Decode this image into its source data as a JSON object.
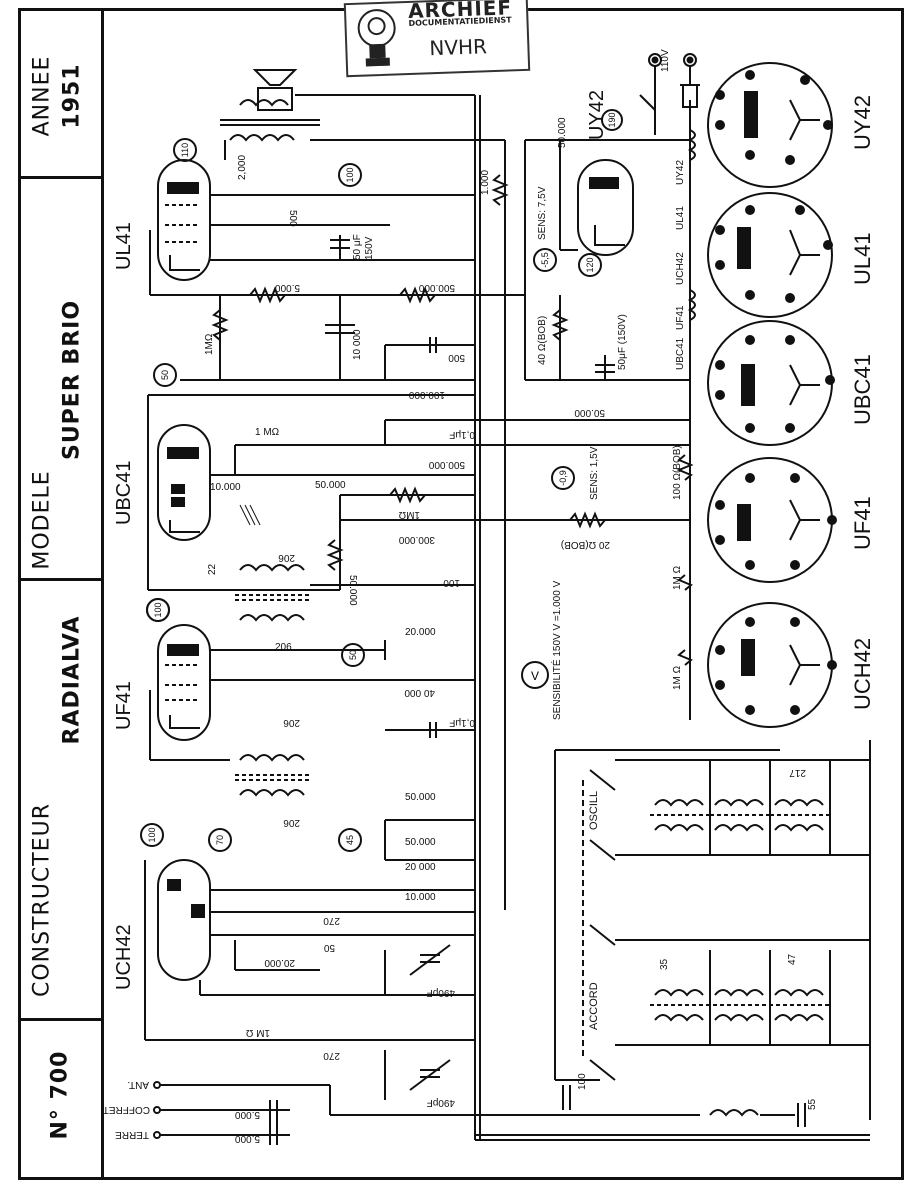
{
  "sidebar": {
    "year_label": "ANNEE",
    "year_value": "1951",
    "model_label": "MODELE",
    "model_value": "SUPER BRIO",
    "maker_value": "RADIALVA",
    "constructor_label": "CONSTRUCTEUR",
    "number_value": "N° 700"
  },
  "stamp": {
    "title": "ARCHIEF",
    "subtitle": "DOCUMENTATIEDIENST",
    "org": "NVHR"
  },
  "tubes": {
    "ul41": "UL41",
    "ubc41": "UBC41",
    "uf41": "UF41",
    "uch42": "UCH42",
    "uy42": "UY42"
  },
  "sockets": [
    "UY42",
    "UL41",
    "UBC41",
    "UF41",
    "UCH42"
  ],
  "voltages": {
    "v110": "110",
    "v190": "190",
    "v50a": "50",
    "v100a": "100",
    "v50b": "50",
    "v45": "45",
    "v100b": "100",
    "v70": "70",
    "v100c": "100",
    "v120": "120",
    "vm55": "-5,5",
    "vm09": "-0,9"
  },
  "components": {
    "c2000": "2,000",
    "c500a": "500",
    "c50uf": "50 μF",
    "c150v": "150V",
    "r1000": "1.000",
    "r5000": "5.000",
    "r500000a": "500.000",
    "r1mohm_a": "1MΩ",
    "c10000a": "10 000",
    "c500b": "500",
    "r100000a": "100.000",
    "c50000a": "50.000",
    "c01uf_a": "0,1μF",
    "r1mohm_b": "1 MΩ",
    "r500000b": "500.000",
    "c10000b": "10.000",
    "c50000b": "50.000",
    "r1mohm_c": "1MΩ",
    "r300000": "300.000",
    "r20ohm": "20 Ω(BOB)",
    "r50000": "50.000",
    "c22": "22",
    "c206a": "206",
    "c100a": "100",
    "c206b": "206",
    "c20000a": "20.000",
    "r40000": "40 000",
    "c206c": "206",
    "c01uf_b": "0,1μF",
    "c206d": "206",
    "r50000b": "50.000",
    "r50000c": "50.000",
    "r20000b": "20 000",
    "r10000": "10.000",
    "c270a": "270",
    "c50": "50",
    "r20000c": "20.000",
    "c490a": "490pF",
    "r1mohm_d": "1M Ω",
    "c270b": "270",
    "c490b": "490pF",
    "c5000a": "5.000",
    "c5000b": "5.000",
    "c50000c": "50.000",
    "r40ohm": "40 Ω(BOB)",
    "c50uf150": "50μF (150V)",
    "r100ohm": "100 Ω(BOB)",
    "r1mohm_e": "1M Ω",
    "r1mohm_f": "1M Ω",
    "c217": "217",
    "c35": "35",
    "c47": "47",
    "c100b": "100",
    "c55": "55",
    "sens1": "SENS: 7,5V",
    "sens2": "SENS: 1,5V",
    "sens3": "SENSIBILITÉ 150V V =1.000 V",
    "hv": "110V",
    "heater1": "UY42",
    "heater2": "UL41",
    "heater3": "UCH42",
    "heater4": "UF41",
    "heater5": "UBC41"
  },
  "switch_labels": {
    "oscill": "OSCILL",
    "accord": "ACCORD"
  },
  "terminals": {
    "ant": "ANT.",
    "coffret": "COFFRET",
    "terre": "TERRE"
  },
  "meter": "V"
}
